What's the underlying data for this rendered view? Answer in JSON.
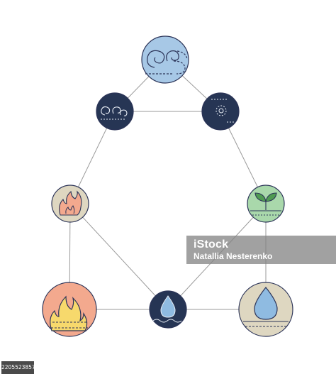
{
  "watermark": {
    "brand": "iStock",
    "credit": "Natallia Nesterenko"
  },
  "image_id": "2205523857",
  "colors": {
    "line": "#9a9a9a",
    "outline": "#2c3458",
    "air_light": "#a7c8e6",
    "air_dark": "#263554",
    "fire_muted": "#ded7c1",
    "fire_bright": "#f3a98e",
    "flame_yellow": "#f7d96c",
    "earth_green": "#a9d8ab",
    "leaf_green": "#4f9a52",
    "water_dark": "#263554",
    "water_sand": "#ded7c1",
    "drop_blue": "#8fbbe1"
  }
}
